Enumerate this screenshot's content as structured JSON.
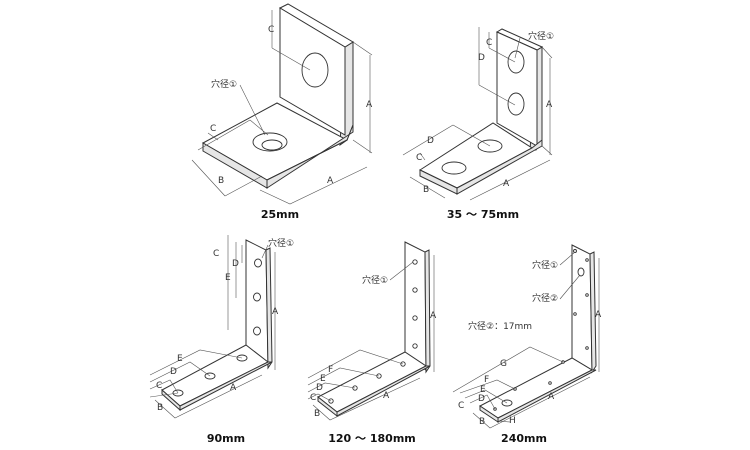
{
  "figures": [
    {
      "caption": "25mm",
      "labels": {
        "A1": "A",
        "A2": "A",
        "B": "B",
        "C1": "C",
        "C2": "C",
        "hole1": "穴径①"
      }
    },
    {
      "caption": "35 ～ 75mm",
      "labels": {
        "A1": "A",
        "A2": "A",
        "B": "B",
        "C1": "C",
        "C2": "C",
        "D1": "D",
        "D2": "D",
        "hole1": "穴径①"
      }
    },
    {
      "caption": "90mm",
      "labels": {
        "A1": "A",
        "A2": "A",
        "B": "B",
        "C1": "C",
        "C2": "C",
        "D1": "D",
        "D2": "D",
        "E1": "E",
        "E2": "E",
        "hole1": "穴径①"
      }
    },
    {
      "caption": "120 ～ 180mm",
      "labels": {
        "A1": "A",
        "A2": "A",
        "B": "B",
        "C": "C",
        "D": "D",
        "E": "E",
        "F": "F",
        "hole1": "穴径①"
      }
    },
    {
      "caption": "240mm",
      "labels": {
        "A1": "A",
        "A2": "A",
        "B": "B",
        "C": "C",
        "D": "D",
        "E": "E",
        "F": "F",
        "G": "G",
        "H": "H",
        "hole1": "穴径①",
        "hole2": "穴径②",
        "note": "穴径②：17mm"
      }
    }
  ]
}
